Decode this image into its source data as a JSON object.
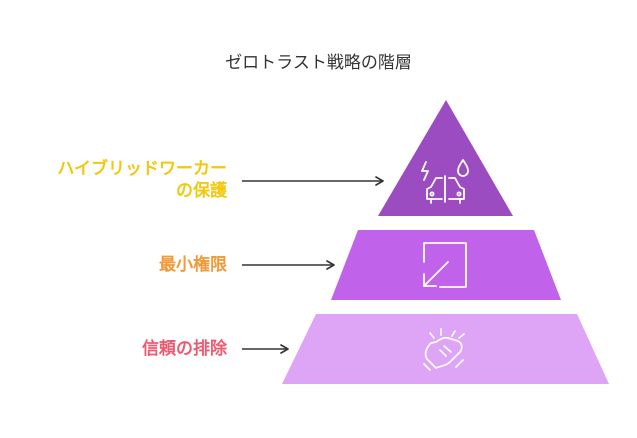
{
  "title": "ゼロトラスト戦略の階層",
  "levels": [
    {
      "label_lines": [
        "ハイブリッドワーカー",
        "の保護"
      ],
      "label_color": "#f2c80f",
      "fill": "#9a4cc0",
      "icon": "car-collision-icon"
    },
    {
      "label_lines": [
        "最小権限"
      ],
      "label_color": "#f29a3a",
      "fill": "#c162ea",
      "icon": "arrow-down-left-in-box-icon"
    },
    {
      "label_lines": [
        "信頼の排除"
      ],
      "label_color": "#ef5a73",
      "fill": "#dea4f5",
      "icon": "handshake-icon"
    }
  ]
}
